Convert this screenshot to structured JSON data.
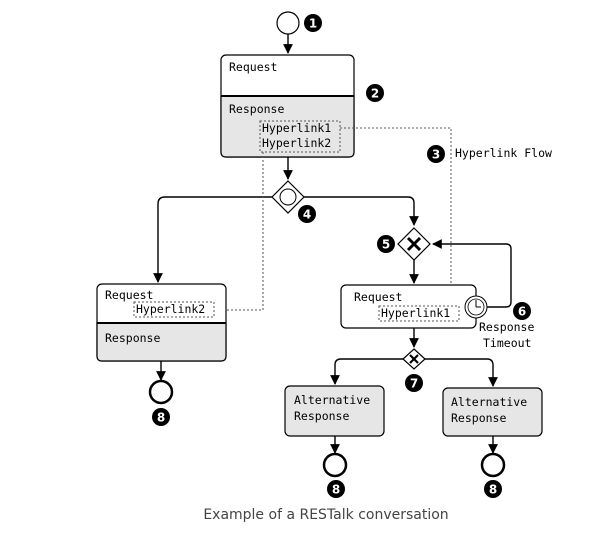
{
  "caption": "Example of a RESTalk conversation",
  "colors": {
    "stroke": "#000000",
    "fill_gray": "#e6e6e6",
    "fill_white": "#ffffff",
    "dotted": "#555555"
  },
  "nodes": {
    "top_request": {
      "request": "Request",
      "response": "Response",
      "link1": "Hyperlink1",
      "link2": "Hyperlink2"
    },
    "left_request": {
      "request": "Request",
      "link": "Hyperlink2",
      "response": "Response"
    },
    "right_request": {
      "request": "Request",
      "link": "Hyperlink1"
    },
    "alt_left": {
      "line1": "Alternative",
      "line2": "Response"
    },
    "alt_right": {
      "line1": "Alternative",
      "line2": "Response"
    }
  },
  "labels": {
    "hyperlink_flow": "Hyperlink Flow",
    "timeout_line1": "Response",
    "timeout_line2": "Timeout"
  },
  "markers": {
    "m1": "1",
    "m2": "2",
    "m3": "3",
    "m4": "4",
    "m5": "5",
    "m6": "6",
    "m7": "7",
    "m8a": "8",
    "m8b": "8",
    "m8c": "8"
  },
  "icons": {
    "start": "start-event-circle",
    "end": "end-event-circle",
    "event_gateway": "event-based-gateway-icon",
    "xor_gateway": "exclusive-gateway-icon",
    "timer": "timer-icon"
  }
}
